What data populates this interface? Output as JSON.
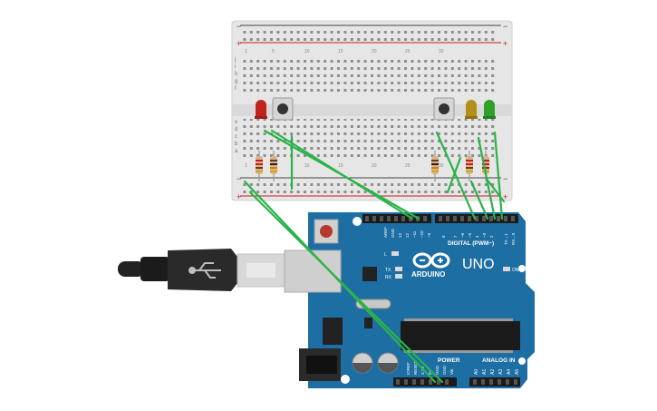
{
  "breadboard": {
    "plus_sign": "+",
    "minus_sign": "−",
    "row_letters_top": [
      "j",
      "i",
      "h",
      "g",
      "f"
    ],
    "row_letters_bottom": [
      "e",
      "d",
      "c",
      "b",
      "a"
    ],
    "column_numbers": [
      "1",
      "5",
      "10",
      "15",
      "20",
      "25",
      "30"
    ]
  },
  "arduino": {
    "logo_text": "ARDUINO",
    "model_text": "UNO",
    "digital_label": "DIGITAL (PWM~)",
    "power_label": "POWER",
    "analog_label": "ANALOG IN",
    "on_label": "ON",
    "l_label": "L",
    "tx_label": "TX",
    "rx_label": "RX",
    "digital_pins": [
      "AREF",
      "GND",
      "13",
      "12",
      "~11",
      "~10",
      "~9",
      "8",
      "7",
      "~6",
      "~5",
      "4",
      "~3",
      "2",
      "TX→1",
      "RX←0"
    ],
    "power_pins": [
      "IOREF",
      "RESET",
      "3.3V",
      "5V",
      "GND",
      "GND",
      "Vin"
    ],
    "analog_pins": [
      "A0",
      "A1",
      "A2",
      "A3",
      "A4",
      "A5"
    ]
  },
  "components": {
    "leds": [
      {
        "name": "red-led",
        "color": "#c0241c"
      },
      {
        "name": "yellow-led",
        "color": "#b0901a"
      },
      {
        "name": "green-led",
        "color": "#2fa02a"
      }
    ],
    "wire_color": "#2bb34a",
    "board_color": "#1d6ea3"
  }
}
